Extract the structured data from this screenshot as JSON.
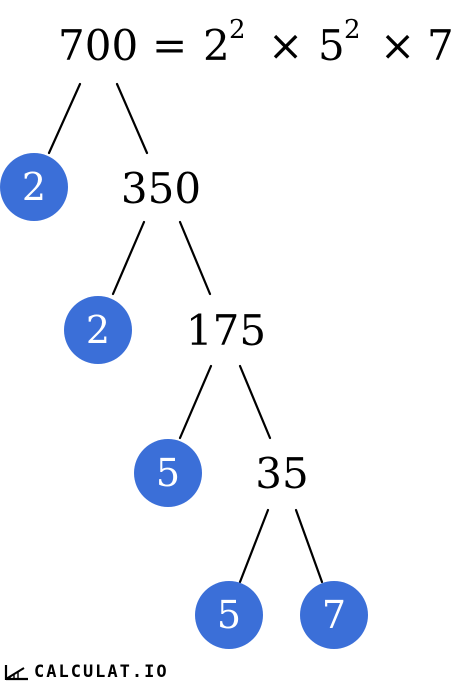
{
  "equation": {
    "number": "700",
    "equals": "=",
    "terms": [
      {
        "base": "2",
        "exponent": "2"
      },
      {
        "times": "×"
      },
      {
        "base": "5",
        "exponent": "2"
      },
      {
        "times": "×"
      },
      {
        "base": "7",
        "exponent": ""
      }
    ]
  },
  "tree": {
    "root": "700",
    "composites": [
      "350",
      "175",
      "35"
    ],
    "primes": [
      "2",
      "2",
      "5",
      "5",
      "7"
    ]
  },
  "colors": {
    "prime_circle": "#3b6fd8",
    "prime_text": "#ffffff",
    "text": "#000000"
  },
  "brand": {
    "name": "CALCULAT.IO",
    "icon": "slide-rule-icon"
  }
}
